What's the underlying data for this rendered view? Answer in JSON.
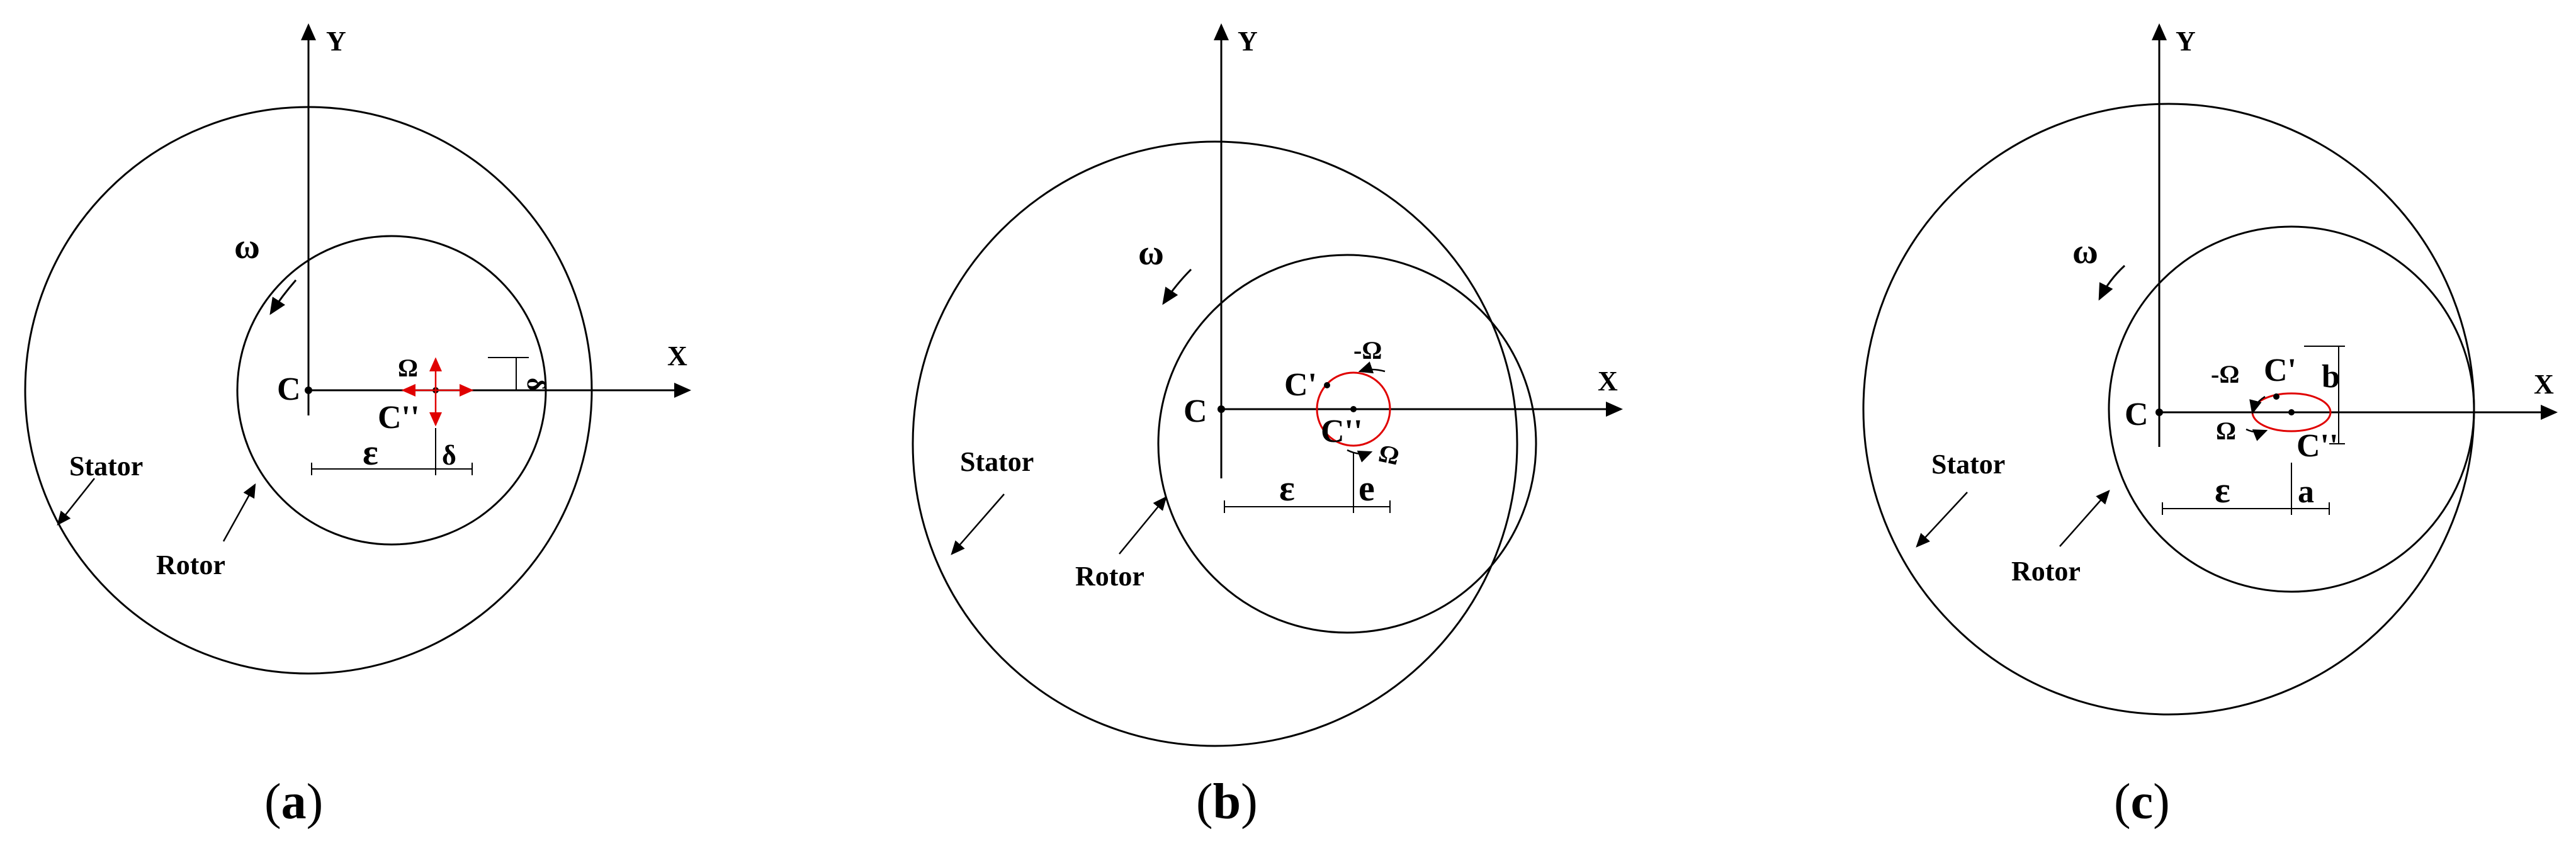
{
  "colors": {
    "ink": "#000000",
    "orbit": "#e00000",
    "background": "#ffffff"
  },
  "panels": [
    {
      "id": "a",
      "caption": {
        "letter": "a"
      },
      "labels": {
        "y_axis": "Y",
        "x_axis": "X",
        "omega": "ω",
        "center_c": "C",
        "center_c2": "C''",
        "whirl": "Ω",
        "stator": "Stator",
        "rotor": "Rotor",
        "eps": "ε",
        "delta_h": "δ",
        "delta_v": "δ"
      }
    },
    {
      "id": "b",
      "caption": {
        "letter": "b"
      },
      "labels": {
        "y_axis": "Y",
        "x_axis": "X",
        "omega": "ω",
        "center_c": "C",
        "center_c1": "C'",
        "center_c2": "C''",
        "whirl_neg": "-Ω",
        "whirl": "Ω",
        "stator": "Stator",
        "rotor": "Rotor",
        "eps": "ε",
        "e": "e"
      }
    },
    {
      "id": "c",
      "caption": {
        "letter": "c"
      },
      "labels": {
        "y_axis": "Y",
        "x_axis": "X",
        "omega": "ω",
        "center_c": "C",
        "center_c1": "C'",
        "center_c2": "C''",
        "whirl_neg": "-Ω",
        "whirl": "Ω",
        "stator": "Stator",
        "rotor": "Rotor",
        "eps": "ε",
        "a": "a",
        "b": "b"
      }
    }
  ]
}
